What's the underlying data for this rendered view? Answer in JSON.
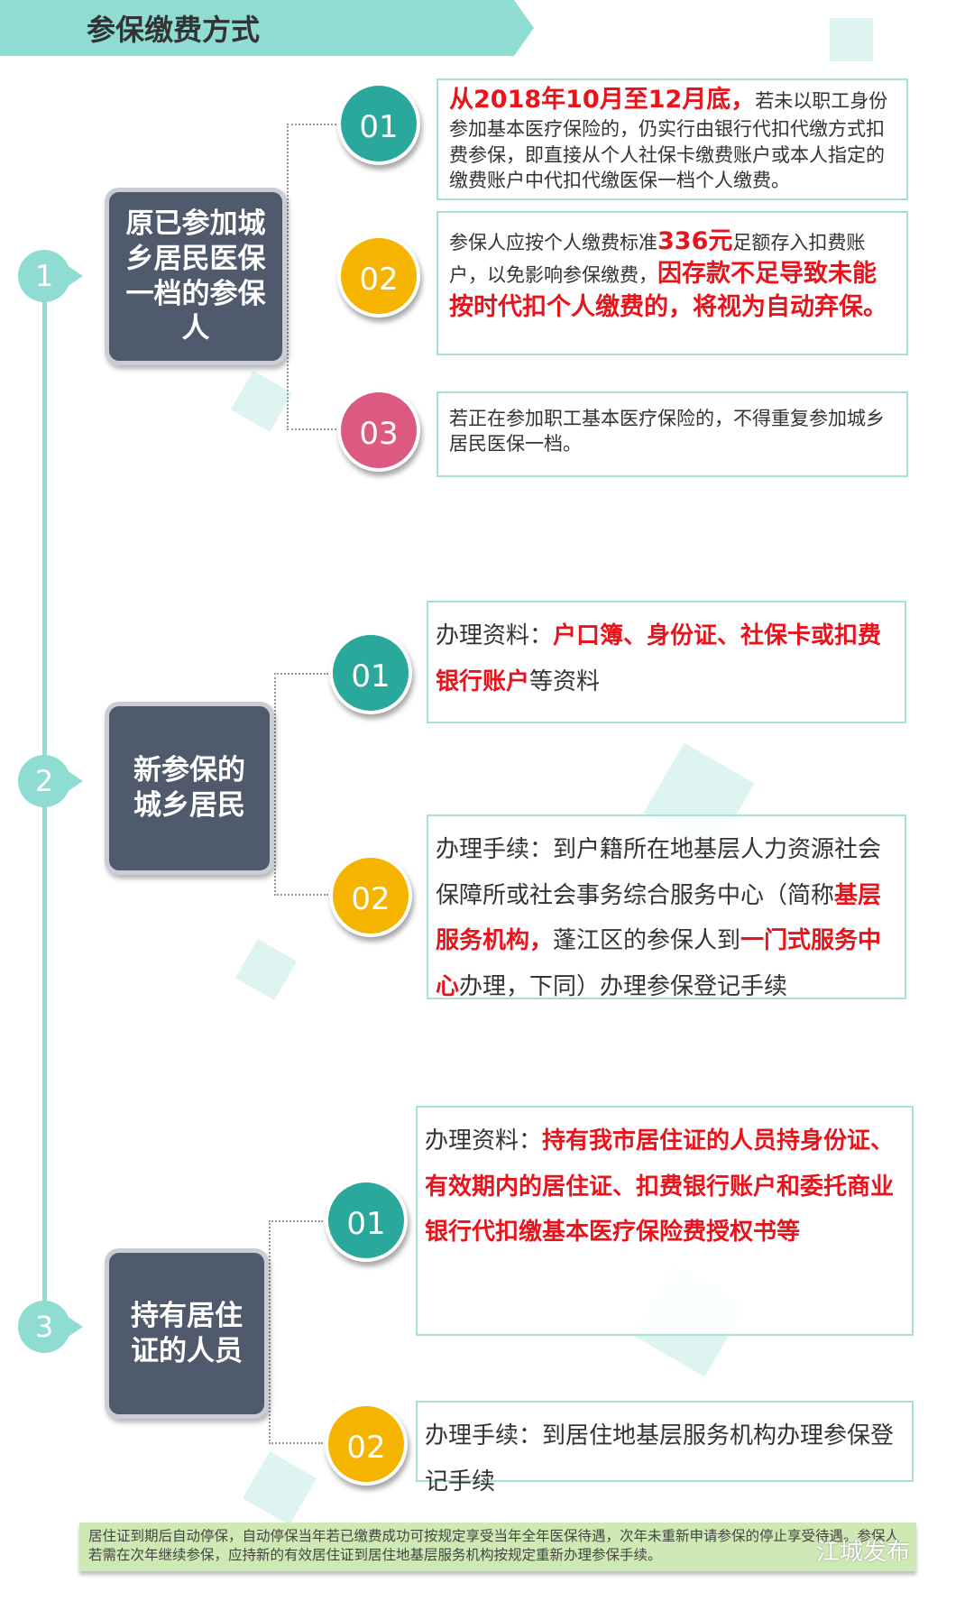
{
  "title": "参保缴费方式",
  "sections": [
    {
      "num": "1",
      "label": "原已参加城乡居民医保一档的参保人",
      "items": [
        {
          "num": "01",
          "parts": [
            {
              "t": "从2018年10月至12月底，",
              "red": true,
              "big": true
            },
            {
              "t": "若未以职工身份参加基本医疗保险的，仍实行由银行代扣代缴方式扣费参保，即直接从个人社保卡缴费账户或本人指定的缴费账户中代扣代缴医保一档个人缴费。"
            }
          ]
        },
        {
          "num": "02",
          "parts": [
            {
              "t": "参保人应按个人缴费标准"
            },
            {
              "t": "336元",
              "red": true,
              "big": true
            },
            {
              "t": "足额存入扣费账户，以免影响参保缴费，"
            },
            {
              "t": "因存款不足导致未能按时代扣个人缴费的，将视为自动弃保。",
              "red": true,
              "big": true
            }
          ]
        },
        {
          "num": "03",
          "parts": [
            {
              "t": "若正在参加职工基本医疗保险的，不得重复参加城乡居民医保一档。"
            }
          ]
        }
      ]
    },
    {
      "num": "2",
      "label": "新参保的城乡居民",
      "items": [
        {
          "num": "01",
          "parts": [
            {
              "t": "办理资料："
            },
            {
              "t": "户口簿、身份证、社保卡或扣费银行账户",
              "red": true
            },
            {
              "t": "等资料"
            }
          ]
        },
        {
          "num": "02",
          "parts": [
            {
              "t": "办理手续：到户籍所在地基层人力资源社会保障所或社会事务综合服务中心（简称"
            },
            {
              "t": "基层服务机构，",
              "red": true
            },
            {
              "t": "蓬江区的参保人到"
            },
            {
              "t": "一门式服务中心",
              "red": true
            },
            {
              "t": "办理，下同）办理参保登记手续"
            }
          ]
        }
      ]
    },
    {
      "num": "3",
      "label": "持有居住证的人员",
      "items": [
        {
          "num": "01",
          "parts": [
            {
              "t": "办理资料："
            },
            {
              "t": "持有我市居住证的人员持身份证、有效期内的居住证、扣费银行账户和委托商业银行代扣缴基本医疗保险费授权书等",
              "red": true
            }
          ]
        },
        {
          "num": "02",
          "parts": [
            {
              "t": "办理手续：到居住地基层服务机构办理参保登记手续"
            }
          ]
        }
      ]
    }
  ],
  "footer": "居住证到期后自动停保，自动停保当年若已缴费成功可按规定享受当年全年医保待遇，次年未重新申请参保的停止享受待遇。参保人若需在次年继续参保，应持新的有效居住证到居住地基层服务机构按规定重新办理参保手续。",
  "watermark": "江城发布"
}
